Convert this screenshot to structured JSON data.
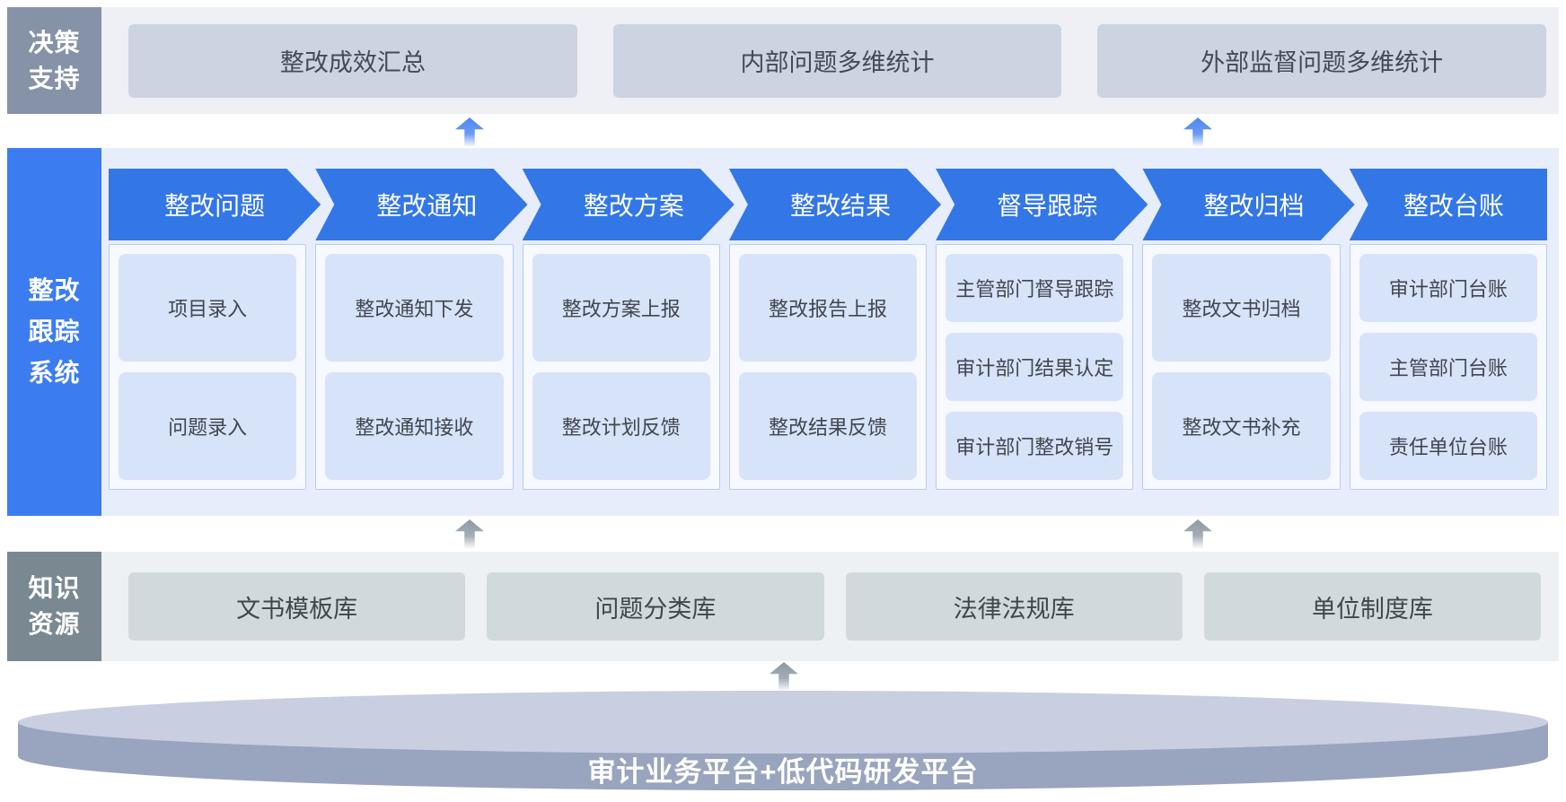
{
  "rows": {
    "decision": {
      "label_lines": [
        "决策",
        "支持"
      ],
      "items": [
        "整改成效汇总",
        "内部问题多维统计",
        "外部监督问题多维统计"
      ]
    },
    "system": {
      "label_lines": [
        "整改",
        "跟踪",
        "系统"
      ],
      "columns": [
        {
          "header": "整改问题",
          "items": [
            "项目录入",
            "问题录入"
          ]
        },
        {
          "header": "整改通知",
          "items": [
            "整改通知下发",
            "整改通知接收"
          ]
        },
        {
          "header": "整改方案",
          "items": [
            "整改方案上报",
            "整改计划反馈"
          ]
        },
        {
          "header": "整改结果",
          "items": [
            "整改报告上报",
            "整改结果反馈"
          ]
        },
        {
          "header": "督导跟踪",
          "items": [
            "主管部门督导跟踪",
            "审计部门结果认定",
            "审计部门整改销号"
          ]
        },
        {
          "header": "整改归档",
          "items": [
            "整改文书归档",
            "整改文书补充"
          ]
        },
        {
          "header": "整改台账",
          "items": [
            "审计部门台账",
            "主管部门台账",
            "责任单位台账"
          ]
        }
      ]
    },
    "knowledge": {
      "label_lines": [
        "知识",
        "资源"
      ],
      "items": [
        "文书模板库",
        "问题分类库",
        "法律法规库",
        "单位制度库"
      ]
    }
  },
  "platform": {
    "title": "审计业务平台+低代码研发平台"
  },
  "colors": {
    "flow_header_blue": "#3377e6",
    "sidebar_blue": "#3b7cf1",
    "cell_blue": "#d7e3f9",
    "decision_label_gray": "#8692a8",
    "knowledge_label_gray": "#7a8991",
    "platform_top": "#c9cfe1",
    "platform_body": "#99a4be",
    "arrow_blue": "#4d87f0",
    "arrow_gray": "#8f99a4"
  }
}
